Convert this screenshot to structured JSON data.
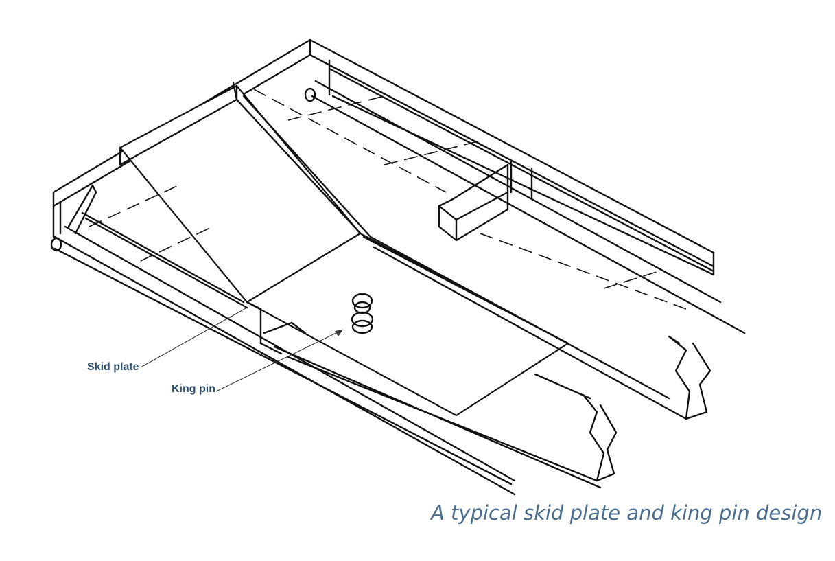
{
  "labels": {
    "skid_plate": "Skid plate",
    "king_pin": "King pin"
  },
  "caption": "A typical skid plate and king pin design",
  "colors": {
    "line": "#111111",
    "label": "#2f4f6f",
    "caption": "#4a6e90",
    "background": "#ffffff"
  }
}
